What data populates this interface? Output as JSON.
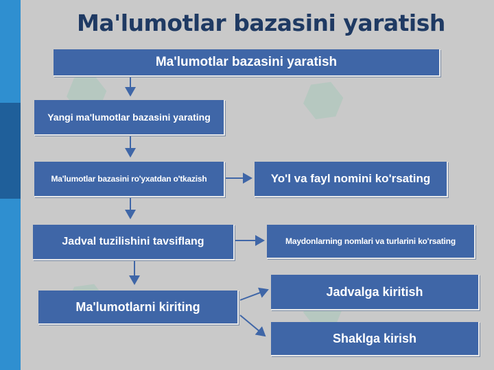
{
  "title": "Ma'lumotlar bazasini yaratish",
  "colors": {
    "box_fill": "#3f66a7",
    "box_text": "#ffffff",
    "arrow": "#3f66a7",
    "title_text": "#1f3a63",
    "background": "#c9c9c9",
    "sidebar_light": "#2f8fd0",
    "sidebar_dark": "#1f5f9a"
  },
  "diagram": {
    "root": "Ma'lumotlar bazasini yaratish",
    "steps": [
      "Yangi ma'lumotlar bazasini yarating",
      "Ma'lumotlar bazasini ro'yxatdan o'tkazish",
      "Jadval tuzilishini tavsiflang",
      "Ma'lumotlarni kiriting"
    ],
    "side_notes": {
      "registration": "Yo'l va fayl nomini ko'rsating",
      "structure": "Maydonlarning nomlari va turlarini ko'rsating",
      "entry_table": "Jadvalga kiritish",
      "entry_form": "Shaklga kirish"
    }
  }
}
